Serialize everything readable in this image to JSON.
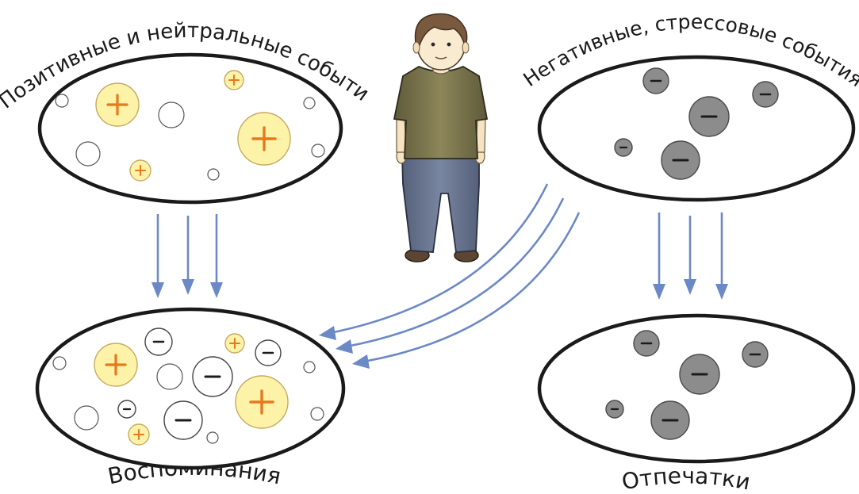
{
  "labels": {
    "positive_events": "Позитивные и нейтральные события",
    "negative_events": "Негативные, стрессовые события",
    "memories": "Воспоминания",
    "imprints": "Отпечатки"
  },
  "colors": {
    "arrow": "#6b89c6",
    "positive_fill": "#fdf3a8",
    "plus_sign": "#e8781f",
    "negative_fill": "#8c8c8c",
    "outline": "#1a1a1a"
  },
  "icons": {
    "person": "person-figure-icon",
    "positive": "plus-circle-icon",
    "negative": "minus-circle-icon",
    "neutral": "empty-circle-icon"
  }
}
